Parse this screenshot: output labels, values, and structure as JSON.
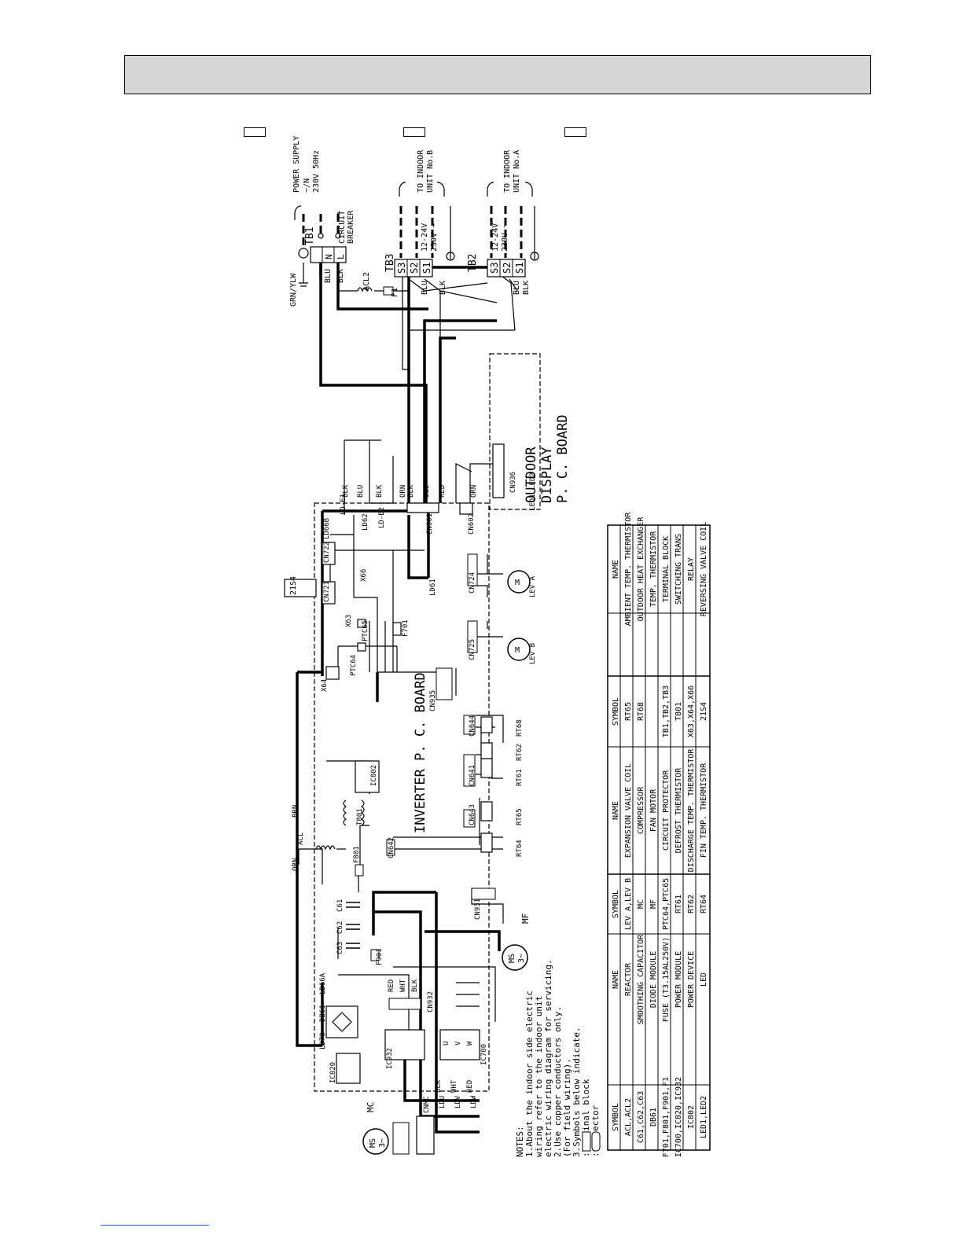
{
  "power": {
    "tb1": "TB1",
    "supply": [
      "POWER SUPPLY",
      "~/N",
      "230V 50Hz"
    ],
    "breaker": [
      "CIRCUIT",
      "BREAKER"
    ],
    "grn": "GRN/YLW"
  },
  "tb3": {
    "label": "TB3",
    "to": [
      "TO INDOOR",
      "UNIT No.B"
    ]
  },
  "tb2": {
    "label": "TB2",
    "to": [
      "TO INDOOR",
      "UNIT No.A"
    ]
  },
  "terminals": {
    "s3": "S3",
    "s2": "S2",
    "s1": "S1",
    "n": "N",
    "l": "L"
  },
  "wires": {
    "blu": "BLU",
    "blk": "BLK",
    "brn": "BRN",
    "red": "RED",
    "wht": "WHT",
    "orn": "ORN"
  },
  "signal": {
    "dc": "12-24V",
    "ac": "230V ~"
  },
  "parts": {
    "acl2": "ACL2",
    "f1": "F1",
    "acl": "ACL",
    "t801": "T801",
    "ic802": "IC802",
    "f801": "F801",
    "c61": "C61",
    "c62": "C62",
    "c63": "C63",
    "f901": "F901",
    "db61": "DB61",
    "ic820": "IC820",
    "ld66a": "LD66A",
    "ld70": "LD70",
    "ic932": "IC932",
    "cn932": "CN932",
    "ic700": "IC700",
    "cnmc": "CNMC",
    "cn931": "CN931",
    "cn642": "CN642",
    "cn643": "CN643",
    "cn641": "CN641",
    "cn644": "CN644",
    "cn935": "CN935",
    "cn725": "CN725",
    "cn724": "CN724",
    "x64": "X64",
    "ptc64": "PTC64",
    "ptc65": "PTC65",
    "f701": "F701",
    "x63": "X63",
    "x66": "X66",
    "cn721": "CN721",
    "cn722": "CN722",
    "s21s4": "21S4",
    "ld66b": "LD66B",
    "lde1": "LD-E1",
    "ld62": "LD62",
    "lde2": "LD-E2",
    "ld61": "LD61",
    "cn601": "CN601",
    "cn602": "CN602",
    "cn936": "CN936",
    "leds": "LED1 LED2",
    "rt64": "RT64",
    "rt65": "RT65",
    "rt61": "RT61",
    "rt62": "RT62",
    "rt68": "RT68",
    "mc": "MC",
    "mf": "MF",
    "ms": "MS",
    "ms3": "3~",
    "leva": "LEV A",
    "levb": "LEV B",
    "m": "M",
    "lduv": [
      "LDU",
      "LDV",
      "LDW"
    ],
    "uvw": [
      "U",
      "V",
      "W"
    ]
  },
  "boards": {
    "inverter": "INVERTER P. C. BOARD",
    "outdoor": [
      "OUTDOOR",
      "DISPLAY",
      "P. C. BOARD"
    ]
  },
  "notes": [
    "NOTES:",
    "1.About the indoor side electric",
    "  wiring refer to the indoor unit",
    "  electric wiring diagram for servicing.",
    "2.Use copper conductors only.",
    "  (For field wiring).",
    "3.Symbols below indicate.",
    "     :Terminal block",
    "        :Connector"
  ],
  "legend": {
    "headers": [
      "SYMBOL",
      "NAME",
      "SYMBOL",
      "NAME",
      "SYMBOL",
      "NAME"
    ],
    "col1": [
      [
        "ACL,ACL2",
        "REACTOR"
      ],
      [
        "C61,C62,C63",
        "SMOOTHING CAPACITOR"
      ],
      [
        "DB61",
        "DIODE MODULE"
      ],
      [
        "F701,F801,F901,F1",
        "FUSE (T3.15AL250V)"
      ],
      [
        "IC700,IC820,IC932",
        "POWER MODULE"
      ],
      [
        "IC802",
        "POWER DEVICE"
      ],
      [
        "LED1,LED2",
        "LED"
      ]
    ],
    "col2": [
      [
        "LEV A,LEV B",
        "EXPANSION VALVE COIL"
      ],
      [
        "MC",
        "COMPRESSOR"
      ],
      [
        "MF",
        "FAN MOTOR"
      ],
      [
        "PTC64,PTC65",
        "CIRCUIT PROTECTOR"
      ],
      [
        "RT61",
        "DEFROST THERMISTOR"
      ],
      [
        "RT62",
        "DISCHARGE TEMP. THERMISTOR"
      ],
      [
        "RT64",
        "FIN TEMP. THERMISTOR"
      ]
    ],
    "col3": [
      [
        "RT65",
        "AMBIENT TEMP. THERMISTOR"
      ],
      [
        "RT68",
        "OUTDOOR HEAT EXCHANGER"
      ],
      [
        "",
        "TEMP. THERMISTOR"
      ],
      [
        "TB1,TB2,TB3",
        "TERMINAL BLOCK"
      ],
      [
        "T801",
        "SWITCHING TRANS"
      ],
      [
        "X63,X64,X66",
        "RELAY"
      ],
      [
        "21S4",
        "REVERSING VALVE COIL"
      ]
    ]
  }
}
